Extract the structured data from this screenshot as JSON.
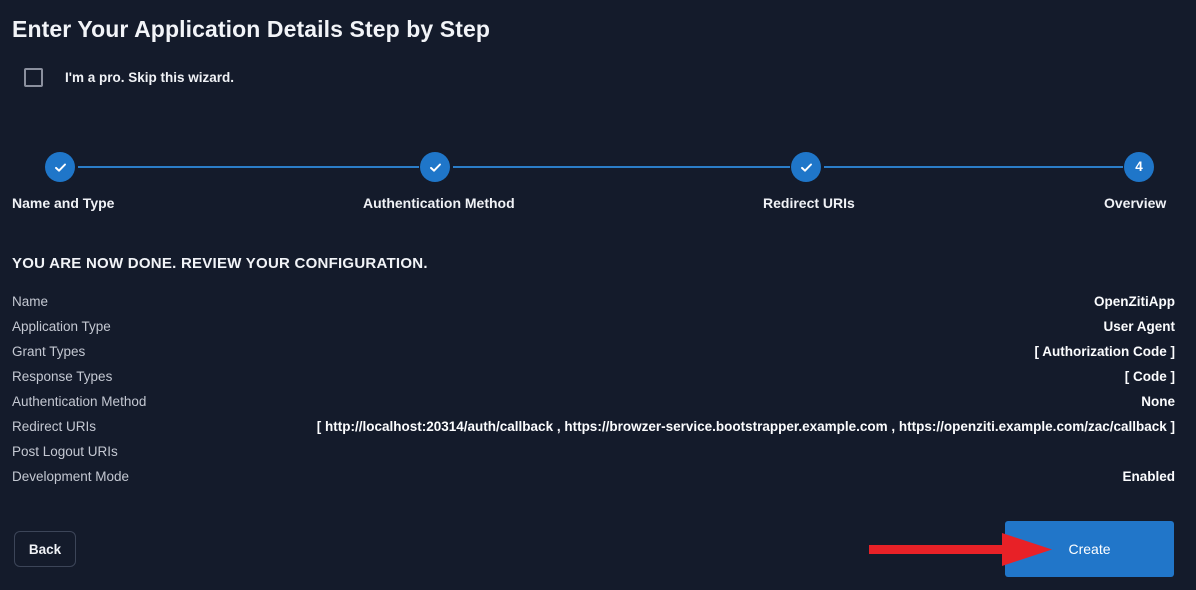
{
  "header": {
    "title": "Enter Your Application Details Step by Step"
  },
  "skip_wizard": {
    "label": "I'm a pro. Skip this wizard.",
    "checked": false
  },
  "stepper": {
    "steps": [
      {
        "label": "Name and Type",
        "state": "complete",
        "marker": "check"
      },
      {
        "label": "Authentication Method",
        "state": "complete",
        "marker": "check"
      },
      {
        "label": "Redirect URIs",
        "state": "complete",
        "marker": "check"
      },
      {
        "label": "Overview",
        "state": "current",
        "marker": "4"
      }
    ]
  },
  "review": {
    "heading": "YOU ARE NOW DONE. REVIEW YOUR CONFIGURATION.",
    "rows": [
      {
        "label": "Name",
        "value": "OpenZitiApp"
      },
      {
        "label": "Application Type",
        "value": "User Agent"
      },
      {
        "label": "Grant Types",
        "value": "[ Authorization Code ]"
      },
      {
        "label": "Response Types",
        "value": "[ Code ]"
      },
      {
        "label": "Authentication Method",
        "value": "None"
      },
      {
        "label": "Redirect URIs",
        "value": "[ http://localhost:20314/auth/callback , https://browzer-service.bootstrapper.example.com , https://openziti.example.com/zac/callback ]"
      },
      {
        "label": "Post Logout URIs",
        "value": ""
      },
      {
        "label": "Development Mode",
        "value": "Enabled"
      }
    ]
  },
  "footer": {
    "back_label": "Back",
    "create_label": "Create"
  },
  "colors": {
    "background": "#141b2b",
    "accent_blue": "#2176c9",
    "step_line": "#2b7dc8",
    "annotation_red": "#e82127",
    "label_grey": "#c4c8d2",
    "checkbox_border": "#8b909e"
  }
}
